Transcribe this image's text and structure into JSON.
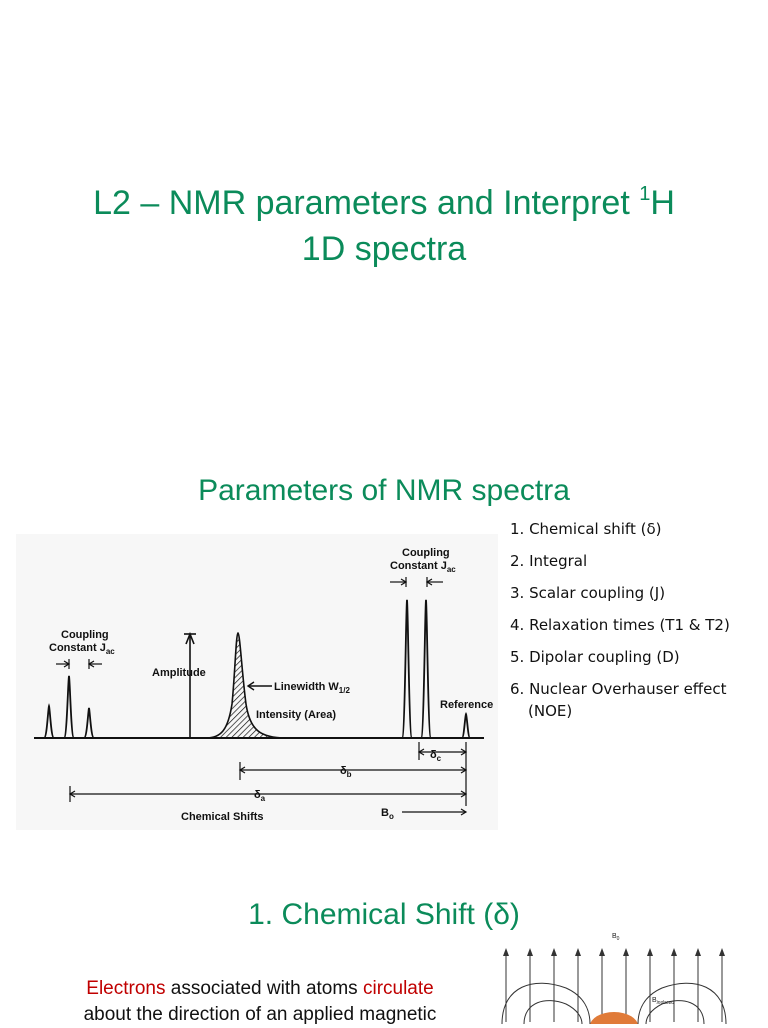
{
  "slide_title": {
    "line1_pre": "L2 – NMR parameters and Interpret ",
    "sup": "1",
    "line1_post": "H",
    "line2": "1D spectra"
  },
  "section_title": "Parameters of NMR spectra",
  "spectrum_labels": {
    "coupling_left_1": "Coupling",
    "coupling_left_2": "Constant J",
    "coupling_left_sub": "ac",
    "coupling_right_1": "Coupling",
    "coupling_right_2": "Constant J",
    "coupling_right_sub": "ac",
    "amplitude": "Amplitude",
    "linewidth": "Linewidth W",
    "linewidth_sub": "1/2",
    "intensity": "Intensity (Area)",
    "reference": "Reference",
    "delta_b": "δ",
    "delta_b_sub": "b",
    "delta_a": "δ",
    "delta_a_sub": "a",
    "delta_c": "δ",
    "delta_c_sub": "c",
    "chemical_shifts": "Chemical Shifts",
    "b0": "B",
    "b0_sub": "o"
  },
  "parameters": [
    "1. Chemical shift (δ)",
    "2. Integral",
    "3. Scalar coupling (J)",
    "4. Relaxation times (T1 & T2)",
    "5. Dipolar coupling (D)",
    "6. Nuclear Overhauser effect"
  ],
  "parameter_6_cont": "(NOE)",
  "section2_title": "1. Chemical Shift (δ)",
  "body": {
    "w1": "Electrons",
    "t1": " associated with atoms ",
    "w2": "circulate",
    "t2": "about the direction of an applied magnetic"
  },
  "field_labels": {
    "b0": "B",
    "b0_sub": "0",
    "binduced": "B",
    "binduced_sub": "induced"
  },
  "colors": {
    "accent": "#0b8b5a",
    "highlight": "#c00000"
  }
}
